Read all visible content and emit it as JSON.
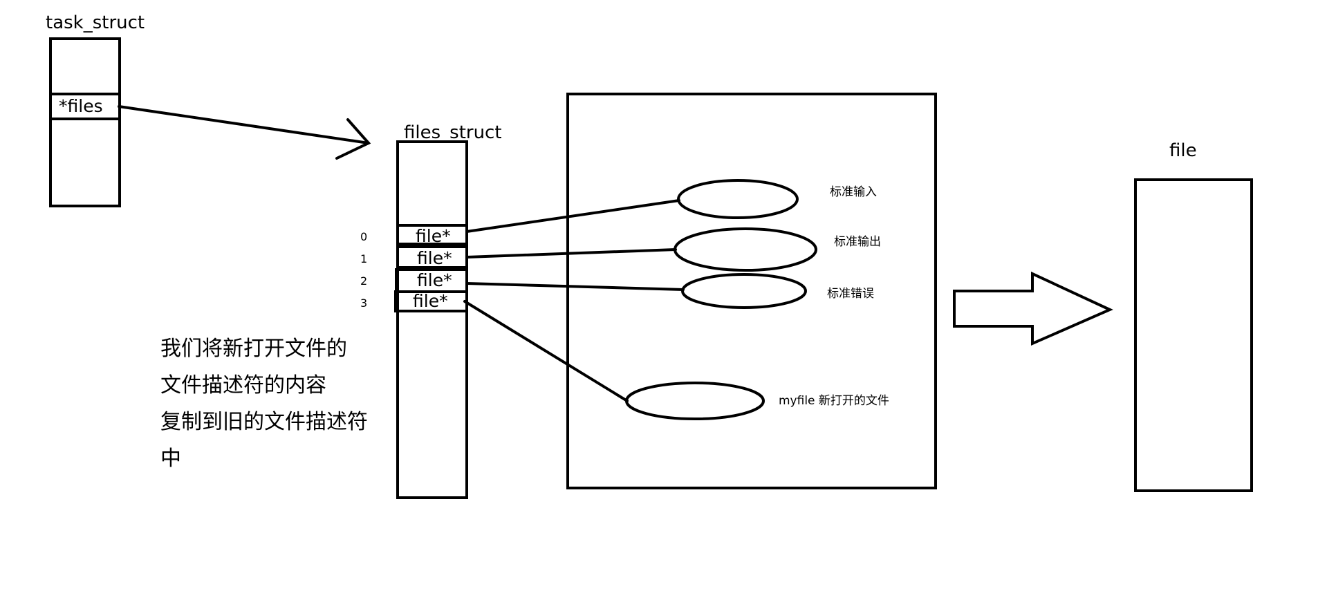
{
  "task_struct": {
    "title": "task_struct",
    "field": "*files"
  },
  "files_struct": {
    "title": "files_struct",
    "slots": [
      {
        "index": "0",
        "label": "file*"
      },
      {
        "index": "1",
        "label": "file*"
      },
      {
        "index": "2",
        "label": "file*"
      },
      {
        "index": "3",
        "label": "file*"
      }
    ]
  },
  "open_files": [
    {
      "label": "标准输入"
    },
    {
      "label": "标准输出"
    },
    {
      "label": "标准错误"
    },
    {
      "label": "myfile 新打开的文件"
    }
  ],
  "file": {
    "title": "file"
  },
  "note": {
    "lines": [
      "我们将新打开文件的",
      "文件描述符的内容",
      "复制到旧的文件描述符",
      "中"
    ]
  }
}
